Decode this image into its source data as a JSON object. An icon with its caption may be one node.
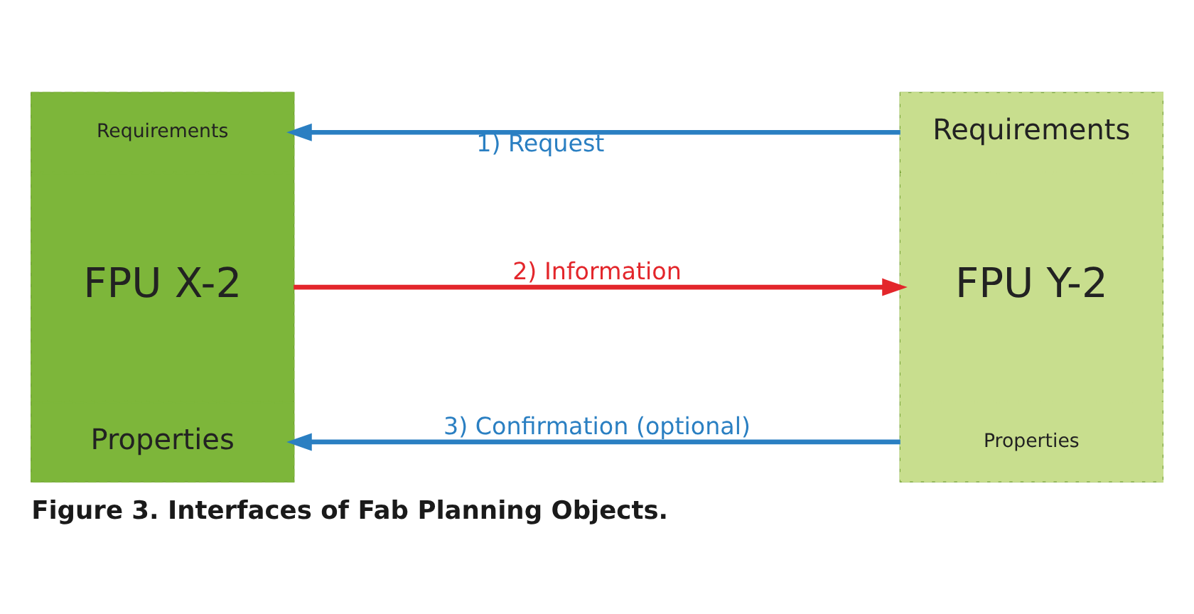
{
  "diagram": {
    "caption": "Figure 3. Interfaces of Fab Planning Objects.",
    "nodes": [
      {
        "text": [],
        "shape": "box"
      },
      {
        "text": [
          "Requirements"
        ],
        "in": 0
      },
      {
        "text": [
          "FPU X-2"
        ],
        "in": 0
      },
      {
        "text": [
          "Properties"
        ],
        "in": 0
      },
      {
        "text": [],
        "shape": "box"
      },
      {
        "text": [
          "Requirements"
        ],
        "in": 4
      },
      {
        "text": [
          "FPU Y-2"
        ],
        "in": 4
      },
      {
        "text": [
          "Properties"
        ],
        "in": 4
      }
    ],
    "edges": [
      {
        "from": 5,
        "to": 1,
        "arrow": "to",
        "label": "1) Request"
      },
      {
        "from": 2,
        "to": 6,
        "arrow": "to",
        "label": "2) Information",
        "color": "#e3262b"
      },
      {
        "from": 7,
        "to": 3,
        "arrow": "to",
        "label": "3) Confirmation (optional)"
      }
    ]
  }
}
